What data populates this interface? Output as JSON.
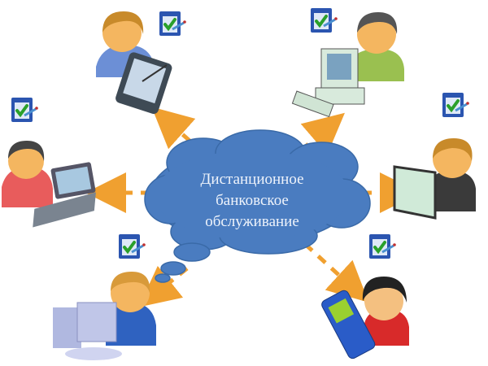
{
  "center": {
    "lines": [
      "Дистанционное",
      "банковское",
      "обслуживание"
    ],
    "cloud_color": "#4a7cc0",
    "text_color": "#eef3fb"
  },
  "connector": {
    "color": "#f0a030",
    "style": "dashed-arrow"
  },
  "nodes": [
    {
      "id": "top-left",
      "person": "woman-blonde-blue-shirt",
      "device": "tablet-pda",
      "badge": "checklist-icon"
    },
    {
      "id": "top-right",
      "person": "man-dark-hair-green-shirt",
      "device": "desktop-computer",
      "badge": "checklist-icon"
    },
    {
      "id": "left",
      "person": "man-dark-hair-red-shirt",
      "device": "laptop",
      "badge": "checklist-icon"
    },
    {
      "id": "right",
      "person": "woman-blonde-dark-suit",
      "device": "monitor-screen",
      "badge": "checklist-icon"
    },
    {
      "id": "bottom-left",
      "person": "man-blonde-blue-shirt",
      "device": "desktop-workstation",
      "badge": "checklist-icon"
    },
    {
      "id": "bottom-right",
      "person": "woman-dark-hair-red-shirt",
      "device": "mobile-phone",
      "badge": "checklist-icon"
    }
  ]
}
